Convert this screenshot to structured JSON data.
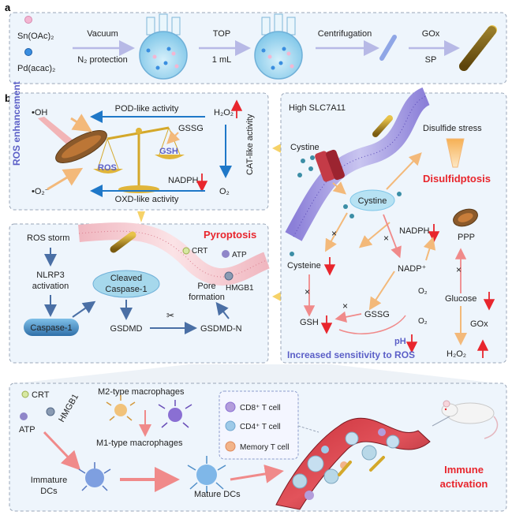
{
  "panel_a": {
    "label": "a",
    "sn_precursor": "Sn(OAc)₂",
    "pd_precursor": "Pd(acac)₂",
    "step1_top": "Vacuum",
    "step1_bottom": "N₂ protection",
    "step2_top": "TOP",
    "step2_bottom": "1 mL",
    "step3_top": "Centrifugation",
    "step4_top": "GOx",
    "step4_bottom": "SP"
  },
  "panel_b": {
    "label": "b",
    "ros_box": {
      "side_title": "ROS enhancement",
      "oh": "•OH",
      "o2_radical": "•O₂⁻",
      "pod": "POD-like activity",
      "oxd": "OXD-like activity",
      "cat": "CAT-like activity",
      "h2o2": "H₂O₂",
      "gssg": "GSSG",
      "gsh": "GSH",
      "ros": "ROS",
      "nadph": "NADPH",
      "o2": "O₂"
    },
    "pyro_box": {
      "title": "Pyroptosis",
      "ros_storm": "ROS storm",
      "nlrp3_1": "NLRP3",
      "nlrp3_2": "activation",
      "cleaved_1": "Cleaved",
      "cleaved_2": "Caspase-1",
      "caspase1": "Caspase-1",
      "gsdmd": "GSDMD",
      "gsdmdn": "GSDMD-N",
      "pore_1": "Pore",
      "pore_2": "formation",
      "crt": "CRT",
      "atp": "ATP",
      "hmgb1": "HMGB1"
    },
    "disulfid_box": {
      "high": "High SLC7A11",
      "stress": "Disulfide stress",
      "title": "Disulfidptosis",
      "cystine_out": "Cystine",
      "cystine_in": "Cystine",
      "nadph": "NADPH",
      "ppp": "PPP",
      "cysteine": "Cysteine",
      "nadp": "NADP⁺",
      "o2_a": "O₂",
      "o2_b": "O₂",
      "glucose": "Glucose",
      "gox": "GOx",
      "gsh": "GSH",
      "gssg": "GSSG",
      "ph": "pH",
      "h2o2": "H₂O₂",
      "footer": "Increased sensitivity to ROS"
    }
  },
  "immune_box": {
    "crt": "CRT",
    "atp": "ATP",
    "hmgb1": "HMGB1",
    "m2": "M2-type macrophages",
    "m1": "M1-type macrophages",
    "immature_1": "Immature",
    "immature_2": "DCs",
    "mature": "Mature DCs",
    "cd8": "CD8⁺ T cell",
    "cd4": "CD4⁺ T cell",
    "memory": "Memory T cell",
    "title_1": "Immune",
    "title_2": "activation"
  },
  "colors": {
    "accent_red": "#e8262d",
    "ros_blue": "#5b5fc7",
    "arrow_blue": "#1f78c8",
    "arrow_orange": "#f3b97a",
    "box_fill": "#eef5fc",
    "box_stroke": "#9aa6b8"
  }
}
